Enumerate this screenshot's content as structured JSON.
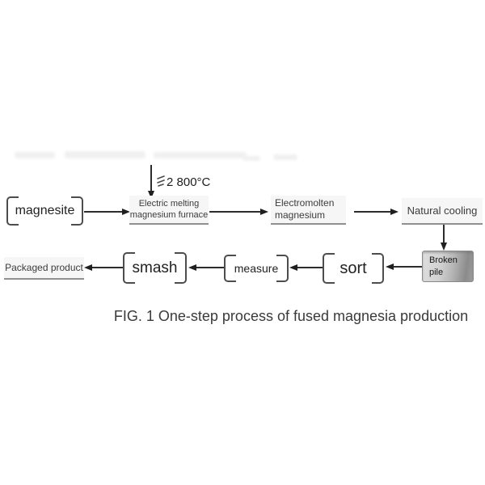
{
  "diagram": {
    "nodes": {
      "magnesite": "magnesite",
      "furnace_line1": "Electric melting",
      "furnace_line2": "magnesium furnace",
      "electromolten_line1": "Electromolten",
      "electromolten_line2": "magnesium",
      "natural_cooling": "Natural cooling",
      "broken_pile_line1": "Broken",
      "broken_pile_line2": "pile",
      "sort": "sort",
      "measure": "measure",
      "smash": "smash",
      "packaged_product": "Packaged product"
    },
    "temperature_label": "2 800°C",
    "caption": "FIG. 1 One-step process of fused magnesia production",
    "colors": {
      "line": "#2d2d2d",
      "bracket": "#4d4d4d",
      "label_background": "#f6f6f6",
      "underline": "#909090",
      "broken_pile_light": "#dedede",
      "broken_pile_dark": "#8b8b8b",
      "text": "#222222"
    }
  }
}
